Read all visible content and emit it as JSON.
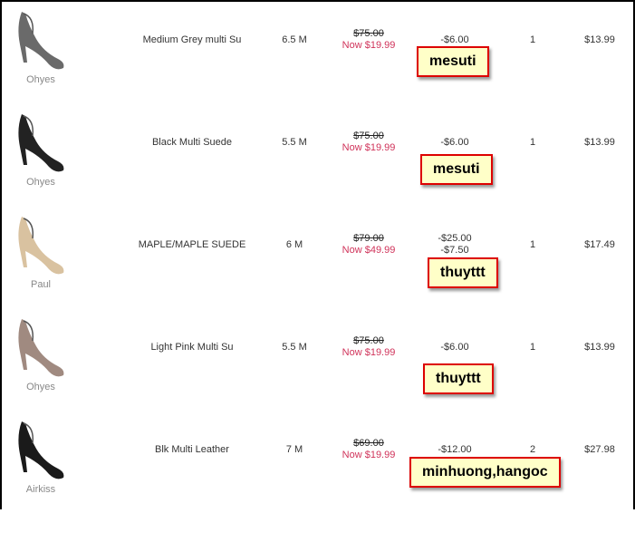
{
  "items": [
    {
      "brand": "Ohyes",
      "name": "Medium Grey multi Su",
      "size": "6.5 M",
      "was": "$75.00",
      "now": "Now $19.99",
      "discounts": [
        "-$6.00"
      ],
      "qty": "1",
      "total": "$13.99",
      "note": "mesuti",
      "color": "#6a6a6a"
    },
    {
      "brand": "Ohyes",
      "name": "Black Multi Suede",
      "size": "5.5 M",
      "was": "$75.00",
      "now": "Now $19.99",
      "discounts": [
        "-$6.00"
      ],
      "qty": "1",
      "total": "$13.99",
      "note": "mesuti",
      "color": "#222222"
    },
    {
      "brand": "Paul",
      "name": "MAPLE/MAPLE SUEDE",
      "size": "6 M",
      "was": "$79.00",
      "now": "Now $49.99",
      "discounts": [
        "-$25.00",
        "-$7.50"
      ],
      "qty": "1",
      "total": "$17.49",
      "note": "thuyttt",
      "color": "#d9c2a0"
    },
    {
      "brand": "Ohyes",
      "name": "Light Pink Multi Su",
      "size": "5.5 M",
      "was": "$75.00",
      "now": "Now $19.99",
      "discounts": [
        "-$6.00"
      ],
      "qty": "1",
      "total": "$13.99",
      "note": "thuyttt",
      "color": "#a08a80"
    },
    {
      "brand": "Airkiss",
      "name": "Blk Multi Leather",
      "size": "7 M",
      "was": "$69.00",
      "now": "Now $19.99",
      "discounts": [
        "-$12.00"
      ],
      "qty": "2",
      "total": "$27.98",
      "note": "minhuong,hangoc",
      "color": "#1a1a1a"
    }
  ]
}
